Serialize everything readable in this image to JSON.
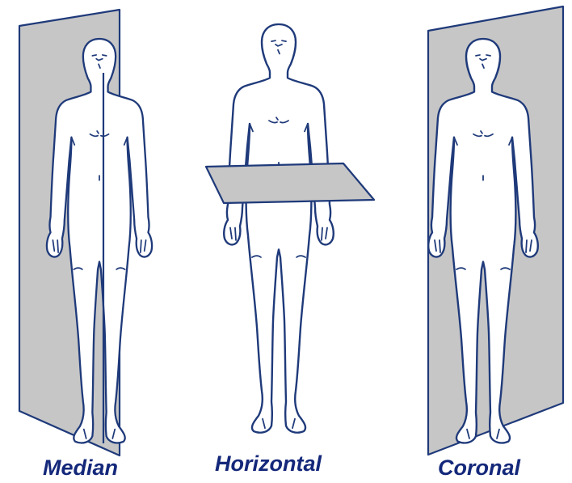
{
  "figures": [
    {
      "key": "median",
      "label": "Median"
    },
    {
      "key": "horizontal",
      "label": "Horizontal"
    },
    {
      "key": "coronal",
      "label": "Coronal"
    }
  ],
  "colors": {
    "outline": "#1f3a7a",
    "plane_fill": "#c6c6c6",
    "body_fill": "#ffffff",
    "label": "#14287a"
  }
}
